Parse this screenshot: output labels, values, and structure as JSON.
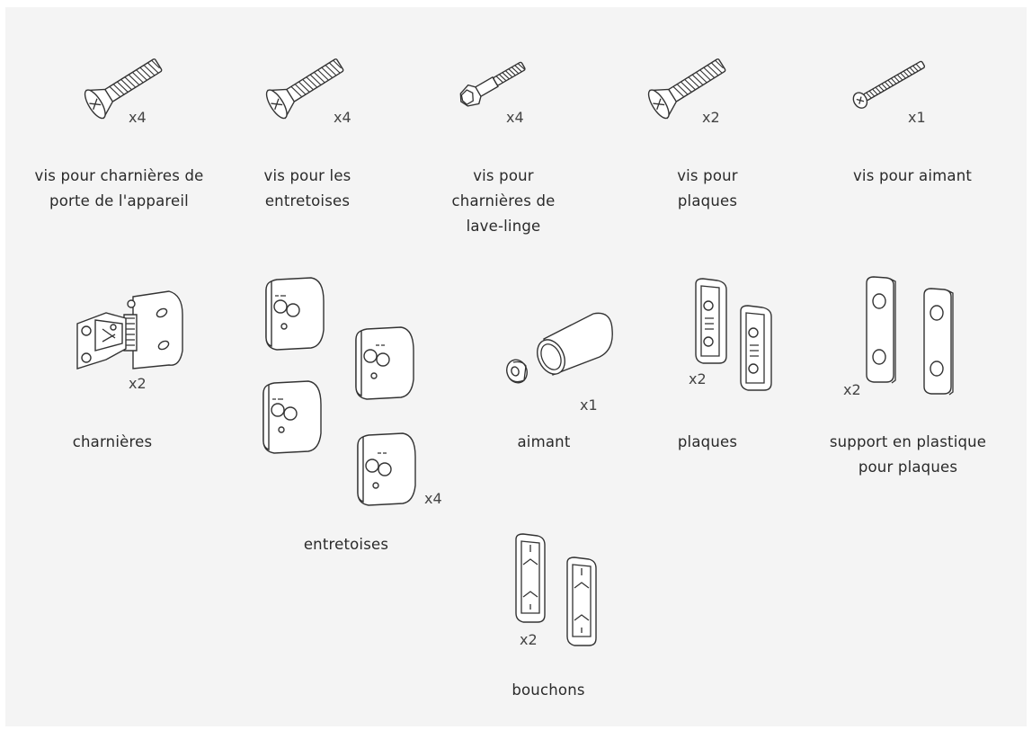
{
  "parts": [
    {
      "id": "screw-hinges",
      "label": "vis pour charnières de\nporte de l'appareil",
      "qty": "x4"
    },
    {
      "id": "screw-spacers",
      "label": "vis pour les\nentretoises",
      "qty": "x4"
    },
    {
      "id": "screw-washer-hinges",
      "label": "vis pour\ncharnières de\nlave-linge",
      "qty": "x4"
    },
    {
      "id": "screw-plates",
      "label": "vis pour\nplaques",
      "qty": "x2"
    },
    {
      "id": "screw-magnet",
      "label": "vis pour aimant",
      "qty": "x1"
    },
    {
      "id": "hinges",
      "label": "charnières",
      "qty": "x2"
    },
    {
      "id": "spacers",
      "label": "entretoises",
      "qty": "x4"
    },
    {
      "id": "magnet",
      "label": "aimant",
      "qty": "x1"
    },
    {
      "id": "plates",
      "label": "plaques",
      "qty": "x2"
    },
    {
      "id": "plastic-support",
      "label": "support en plastique\npour plaques",
      "qty": "x2"
    },
    {
      "id": "caps",
      "label": "bouchons",
      "qty": "x2"
    }
  ]
}
